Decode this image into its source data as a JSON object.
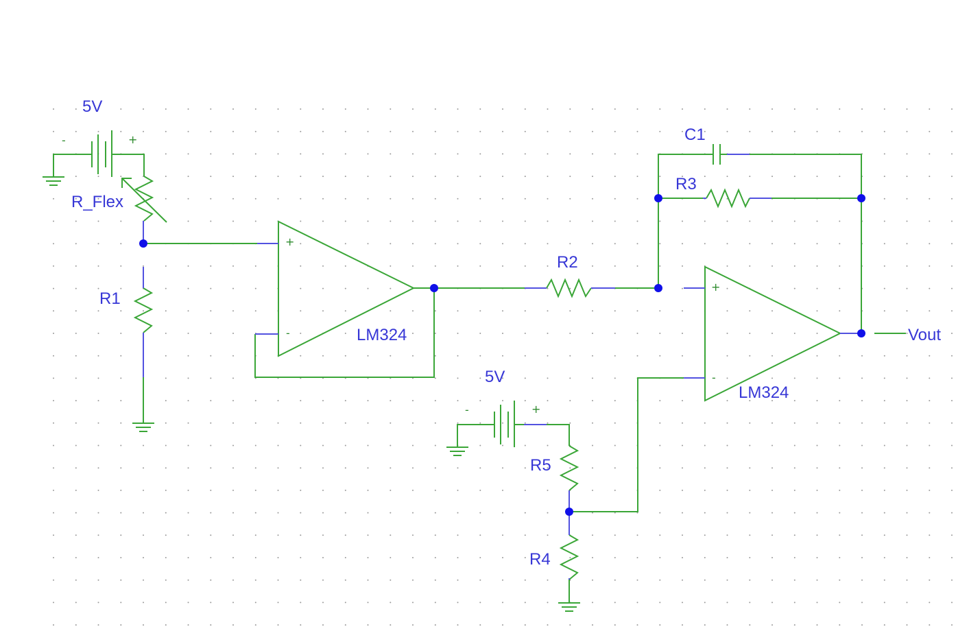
{
  "colors": {
    "wire": "#3aa637",
    "pin": "#5252e0",
    "label": "#3737d6",
    "node": "#1010e8",
    "grid": "#9a9a9a",
    "marker": "#2e8b2e"
  },
  "labels": {
    "battery1": "5V",
    "battery2": "5V",
    "r_flex": "R_Flex",
    "r1": "R1",
    "r2": "R2",
    "r3": "R3",
    "r4": "R4",
    "r5": "R5",
    "c1": "C1",
    "opamp1": "LM324",
    "opamp2": "LM324",
    "vout": "Vout"
  },
  "pin_signs": {
    "plus": "+",
    "minus": "-"
  }
}
